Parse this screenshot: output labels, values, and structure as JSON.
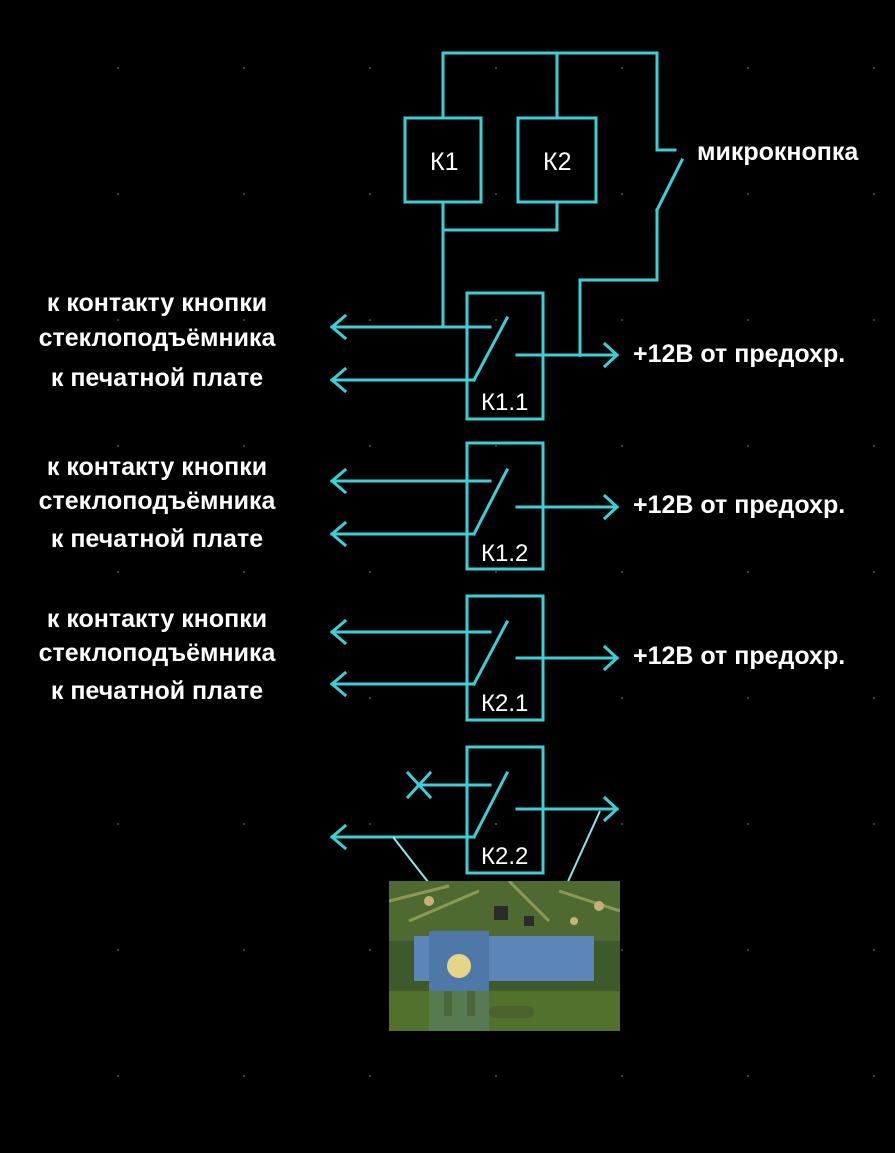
{
  "coil_labels": [
    "К1",
    "К2"
  ],
  "microswitch_label": "микрокнопка",
  "relay_contacts": [
    "К1.1",
    "К1.2",
    "К2.1",
    "К2.2"
  ],
  "left_labels": [
    {
      "line1": "к контакту кнопки",
      "line2": "стеклоподъёмника",
      "line3": "к печатной плате"
    },
    {
      "line1": "к контакту кнопки",
      "line2": "стеклоподъёмника",
      "line3": "к печатной плате"
    },
    {
      "line1": "к контакту кнопки",
      "line2": "стеклоподъёмника",
      "line3": "к печатной плате"
    }
  ],
  "right_labels": [
    "+12В от предохр.",
    "+12В от предохр.",
    "+12В от предохр."
  ],
  "colors": {
    "background": "#000000",
    "wire": "#3ccfd8",
    "text": "#ffffff",
    "photo_link": "#8fe6ee"
  },
  "photo": {
    "description_icon": "pcb-photo-icon"
  }
}
